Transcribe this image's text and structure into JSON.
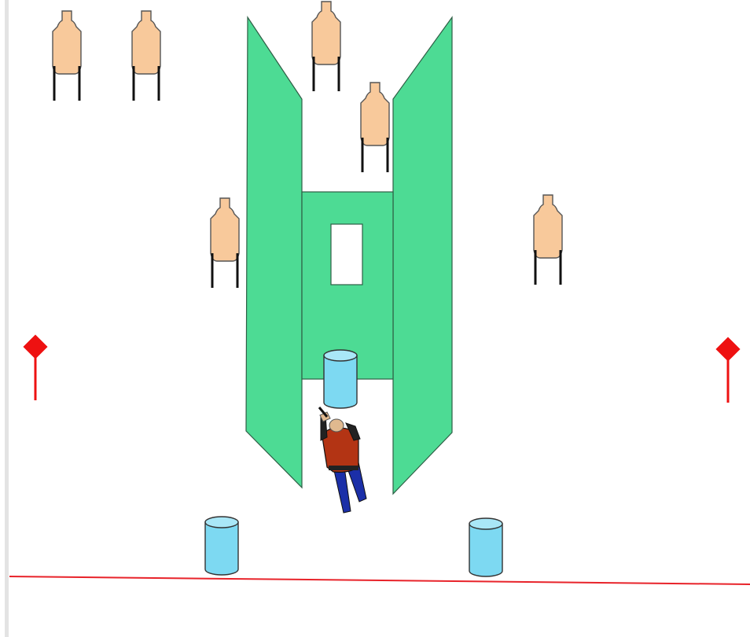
{
  "diagram": {
    "type": "shooting-stage-layout",
    "colors": {
      "wall": "#4ddb94",
      "wall_stroke": "#2e5e45",
      "target": "#f8c99b",
      "target_stroke": "#555555",
      "barrel": "#7dd9f2",
      "barrel_stroke": "#333333",
      "fault_line": "#e8232a",
      "flag": "#ee1111",
      "shooter_shirt": "#b33414",
      "shooter_pants": "#1b2fa8"
    },
    "elements": {
      "targets": 6,
      "barrels": 3,
      "walls": 3,
      "window_openings": 1,
      "flags": 2,
      "shooter": 1,
      "fault_line": 1
    }
  }
}
